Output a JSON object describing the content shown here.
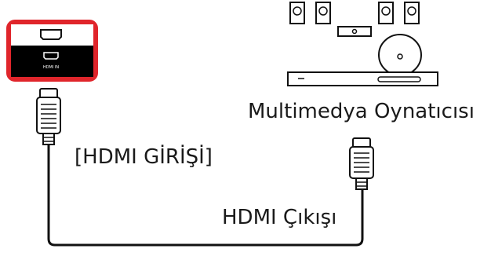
{
  "labels": {
    "media_player": "Multimedya Oynatıcısı",
    "hdmi_input": "[HDMI GİRİŞİ]",
    "hdmi_output": "HDMI Çıkışı",
    "port_text": "HDMI IN"
  },
  "colors": {
    "highlight": "#e0252b",
    "panel": "#000000",
    "line": "#111111",
    "background": "#ffffff"
  },
  "icons": [
    "hdmi-port-icon",
    "hdmi-cable-plug-icon",
    "speaker-icon",
    "subwoofer-icon",
    "media-player-icon"
  ]
}
